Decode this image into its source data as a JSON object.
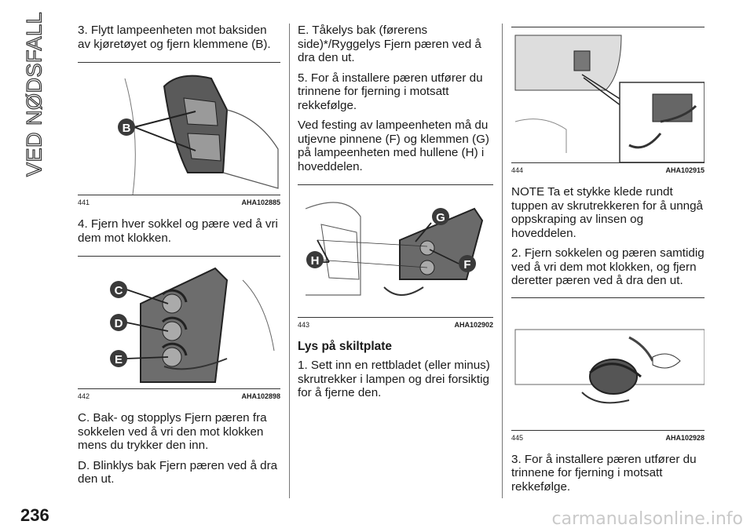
{
  "section_title": "VED NØDSFALL",
  "page_number": "236",
  "watermark": "carmanualsonline.info",
  "col1": {
    "step3": "3. Flytt lampeenheten mot baksiden av kjøretøyet og fjern klemmene (B).",
    "fig441": {
      "num": "441",
      "code": "AHA102885",
      "labels": [
        "B"
      ]
    },
    "step4": "4. Fjern hver sokkel og pære ved å vri dem mot klokken.",
    "fig442": {
      "num": "442",
      "code": "AHA102898",
      "labels": [
        "C",
        "D",
        "E"
      ]
    },
    "stepC": "C. Bak- og stopplys Fjern pæren fra sokkelen ved å vri den mot klokken mens du trykker den inn.",
    "stepD": "D. Blinklys bak Fjern pæren ved å dra den ut."
  },
  "col2": {
    "stepE": "E. Tåkelys bak (førerens side)*/Ryggelys Fjern pæren ved å dra den ut.",
    "step5": "5. For å installere pæren utfører du trinnene for fjerning i motsatt rekkefølge.",
    "note": "Ved festing av lampeenheten må du utjevne pinnene (F) og klemmen (G) på lampeenheten med hullene (H) i hoveddelen.",
    "fig443": {
      "num": "443",
      "code": "AHA102902",
      "labels": [
        "G",
        "H",
        "F"
      ]
    },
    "heading": "Lys på skiltplate",
    "step1": "1. Sett inn en rettbladet (eller minus) skrutrekker i lampen og drei forsiktig for å fjerne den."
  },
  "col3": {
    "fig444": {
      "num": "444",
      "code": "AHA102915"
    },
    "note": "NOTE  Ta et stykke klede rundt tuppen av skrutrekkeren for å unngå oppskraping av linsen og hoveddelen.",
    "step2": "2. Fjern sokkelen og pæren samtidig ved å vri dem mot klokken, og fjern deretter pæren ved å dra den ut.",
    "fig445": {
      "num": "445",
      "code": "AHA102928"
    },
    "step3": "3. For å installere pæren utfører du trinnene for fjerning i motsatt rekkefølge."
  }
}
